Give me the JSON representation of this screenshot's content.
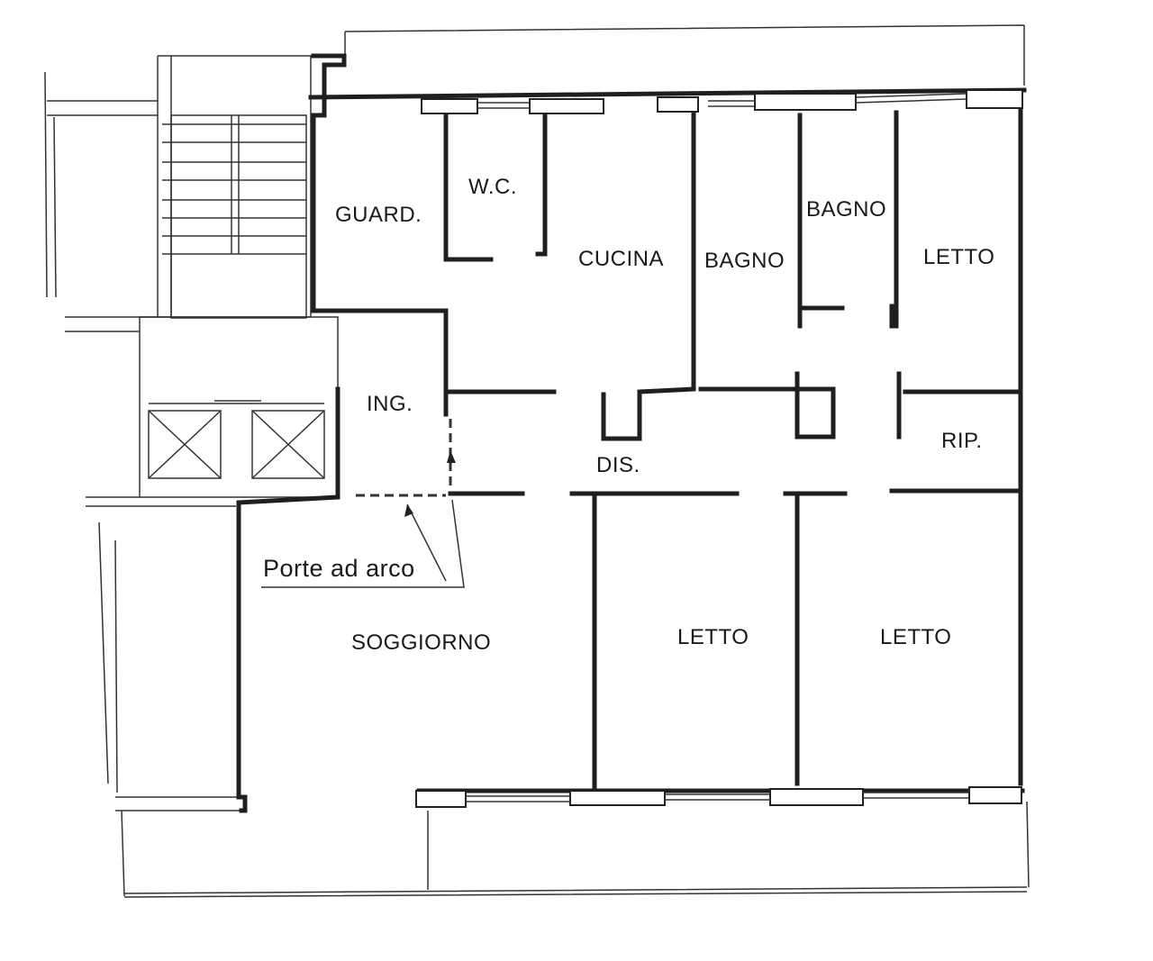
{
  "rooms": {
    "guard": "GUARD.",
    "wc": "W.C.",
    "cucina": "CUCINA",
    "bagno_1": "BAGNO",
    "bagno_2": "BAGNO",
    "letto_ne": "LETTO",
    "ing": "ING.",
    "rip": "RIP.",
    "dis": "DIS.",
    "soggiorno": "SOGGIORNO",
    "letto_center": "LETTO",
    "letto_right": "LETTO"
  },
  "annotation": {
    "arch_doors": "Porte ad arco"
  }
}
